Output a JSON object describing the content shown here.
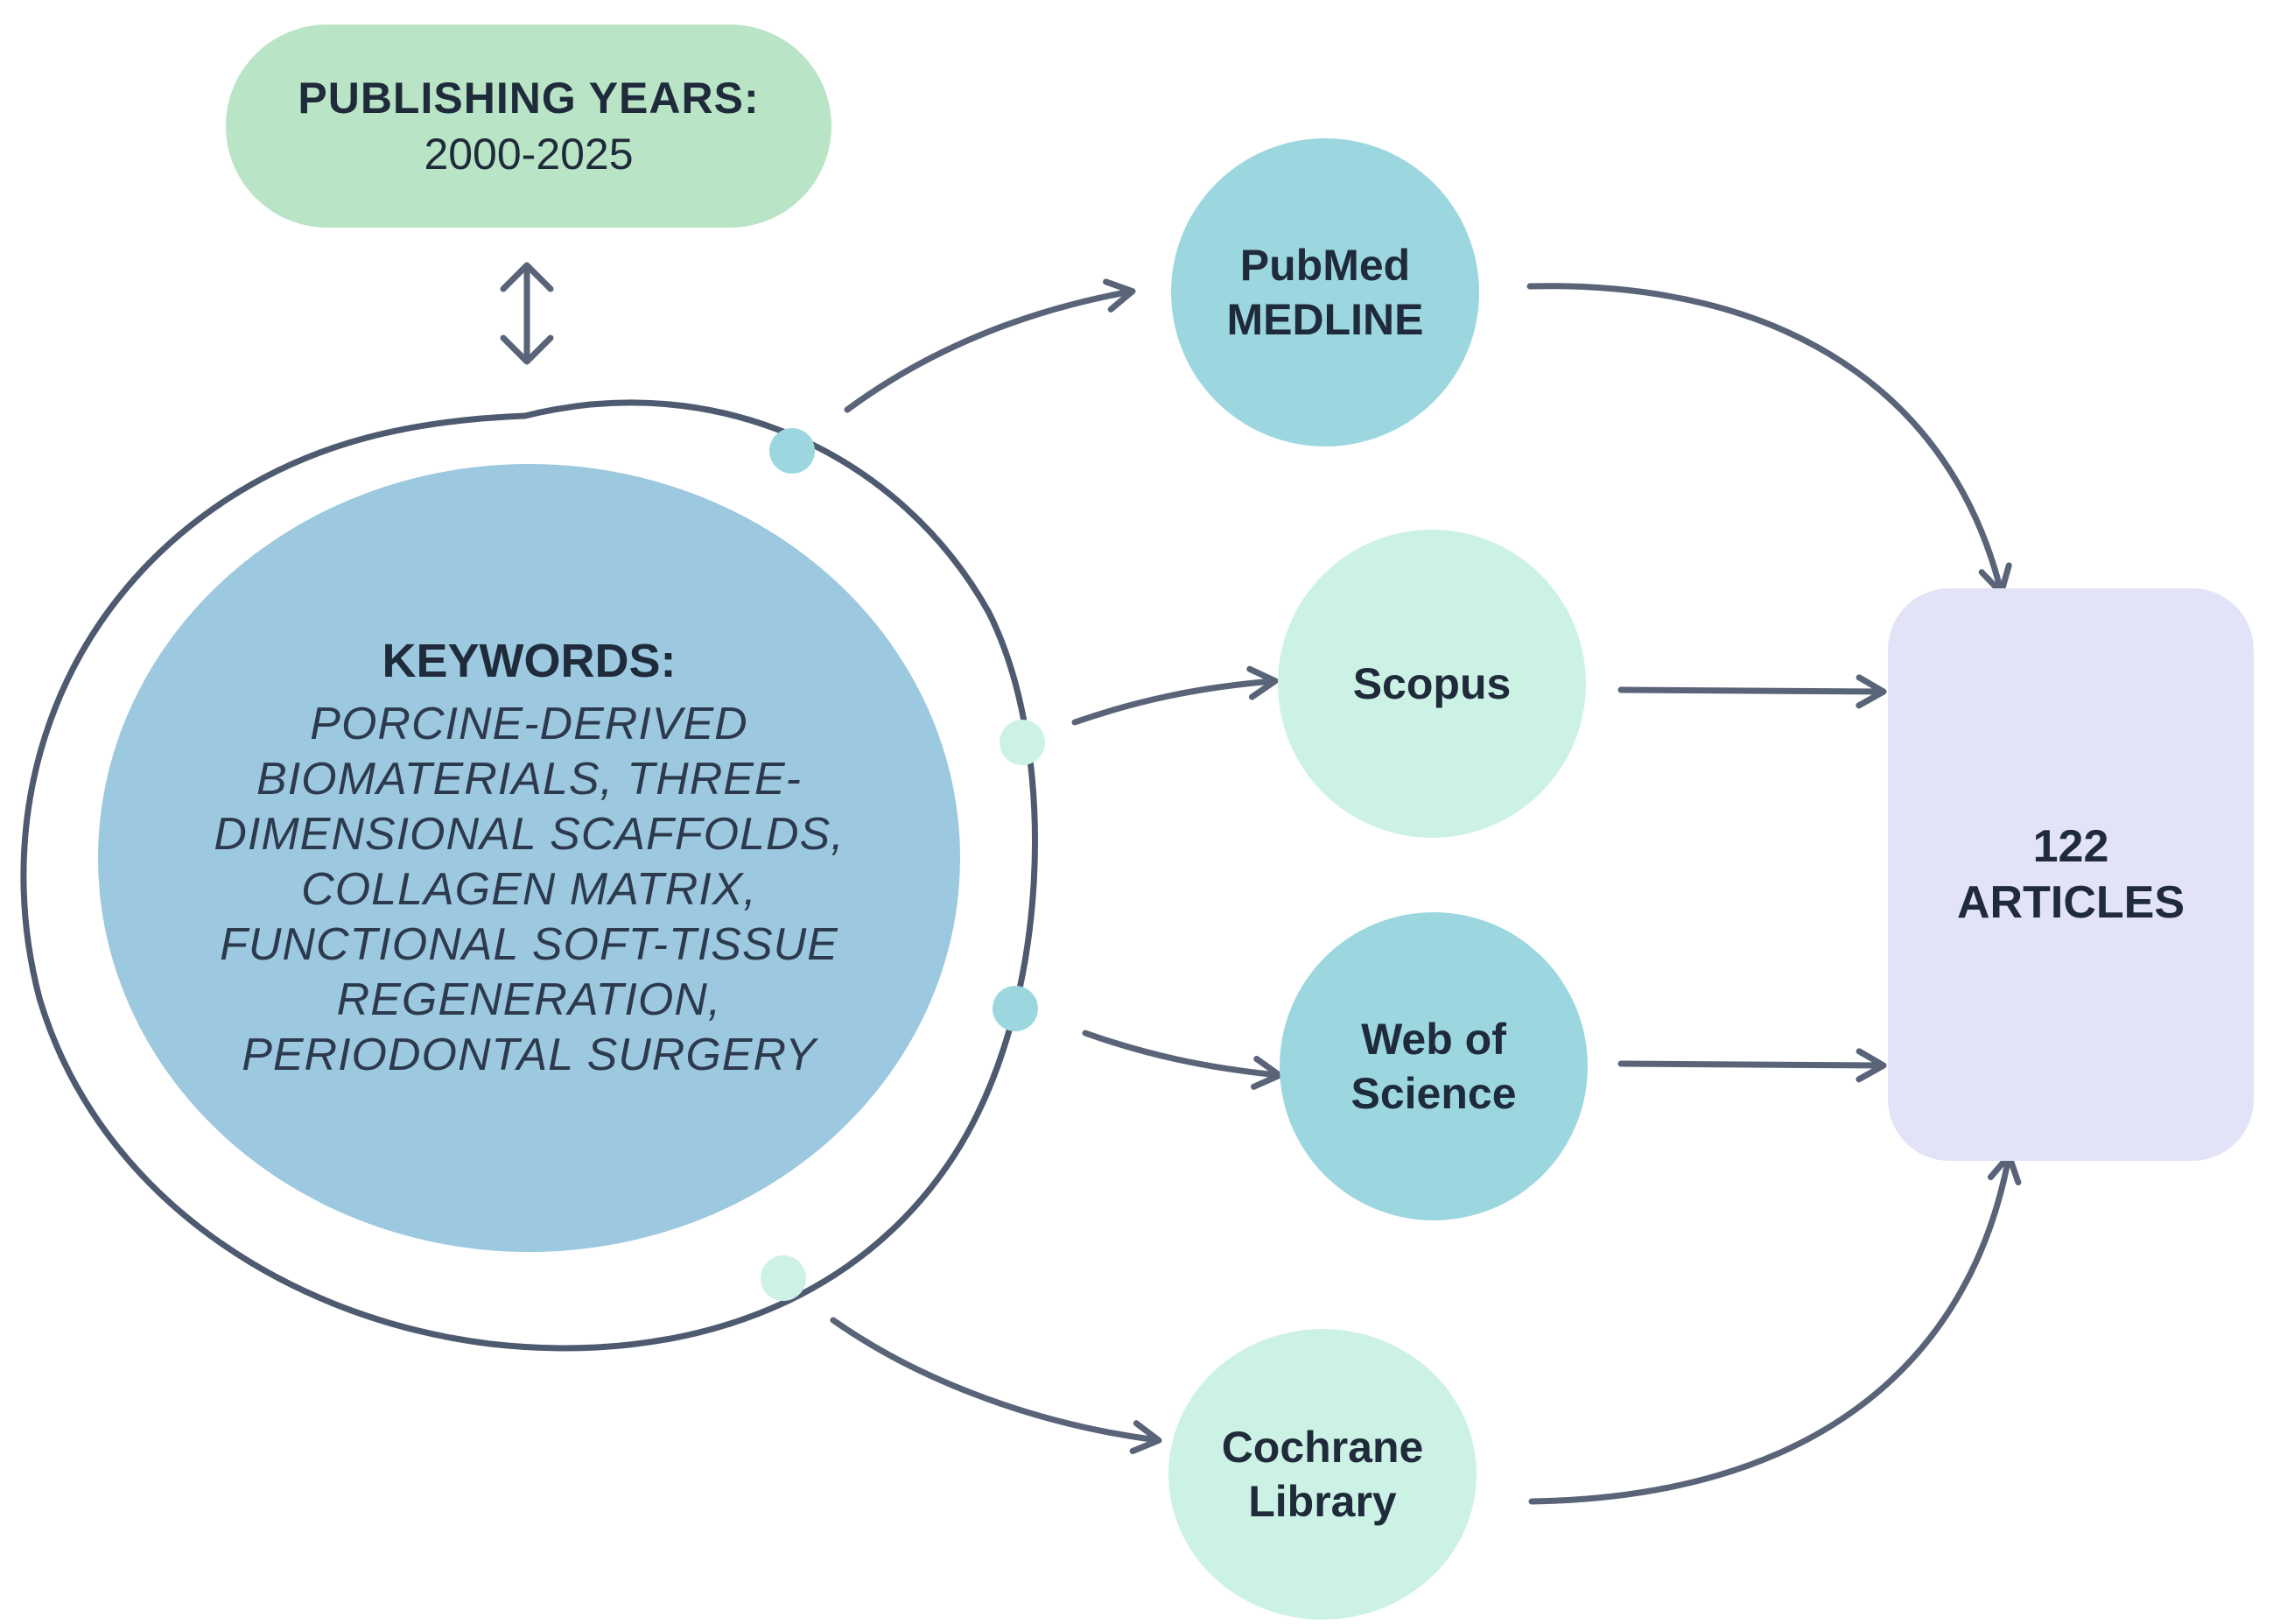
{
  "publishing_years": {
    "label": "PUBLISHING YEARS:",
    "range": "2000-2025"
  },
  "keywords": {
    "label": "KEYWORDS:",
    "terms": "PORCINE-DERIVED BIOMATERIALS, THREE-DIMENSIONAL SCAFFOLDS, COLLAGEN MATRIX, FUNCTIONAL SOFT-TISSUE REGENERATION, PERIODONTAL SURGERY"
  },
  "databases": [
    {
      "line1": "PubMed",
      "line2": "MEDLINE",
      "color": "#9cd7e0"
    },
    {
      "line1": "Scopus",
      "line2": "",
      "color": "#ccf2e6"
    },
    {
      "line1": "Web of",
      "line2": "Science",
      "color": "#9cd7e0"
    },
    {
      "line1": "Cochrane",
      "line2": "Library",
      "color": "#ccf2e6"
    }
  ],
  "result": {
    "line1": "122",
    "line2": "ARTICLES",
    "color": "#e3e3f8"
  },
  "colors": {
    "arrow": "#5a6478",
    "dot_dark": "#9cd7e0",
    "dot_light": "#ccf2e6"
  }
}
